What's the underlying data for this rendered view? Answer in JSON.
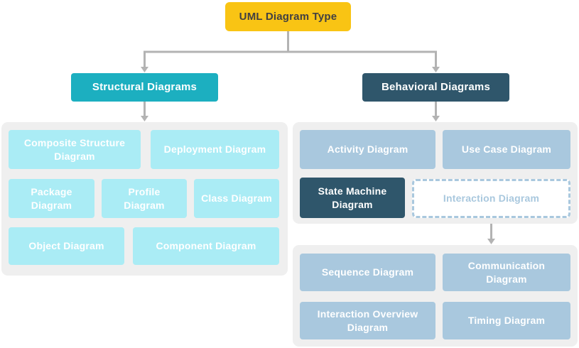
{
  "root_node": {
    "label": "UML Diagram Type"
  },
  "structural": {
    "header": "Structural Diagrams",
    "items": [
      "Composite Structure Diagram",
      "Deployment Diagram",
      "Package Diagram",
      "Profile Diagram",
      "Class Diagram",
      "Object Diagram",
      "Component Diagram"
    ]
  },
  "behavioral": {
    "header": "Behavioral Diagrams",
    "items": [
      "Activity Diagram",
      "Use Case Diagram",
      "State Machine Diagram",
      "Interaction Diagram"
    ],
    "interaction_children": [
      "Sequence Diagram",
      "Communication Diagram",
      "Interaction Overview Diagram",
      "Timing Diagram"
    ]
  },
  "colors": {
    "root_bg": "#F9C414",
    "root_text": "#414042",
    "structural_header_bg": "#1CAFC0",
    "behavioral_header_bg": "#2F566B",
    "structural_item_bg": "#AAECF5",
    "behavioral_item_bg": "#A9C8DE",
    "highlighted_item_bg": "#2F566B",
    "dashed_item_border": "#A9C8DE",
    "group_bg": "#EFEFEF",
    "connector": "#B3B3B3",
    "item_text": "#FFFFFF"
  }
}
